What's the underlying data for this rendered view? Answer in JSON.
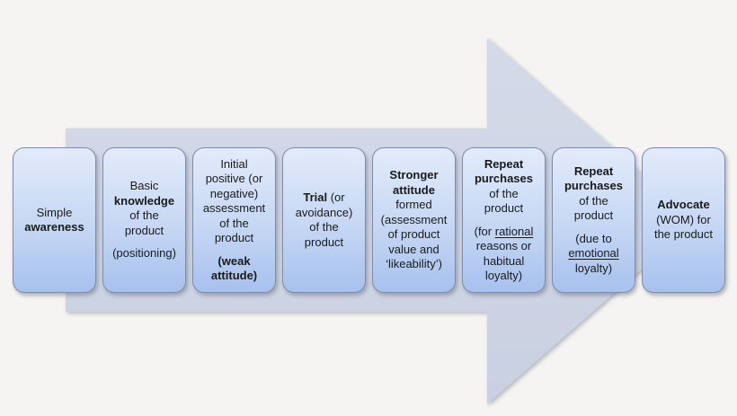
{
  "figure": {
    "kind": "process-arrow-diagram",
    "arrow_direction": "right",
    "stage_count": 8
  },
  "colors": {
    "bg": "#f5f4f2",
    "arrow-fill-1": "#d4dae8",
    "arrow-fill-2": "#c9d0e1",
    "box-top": "#e2ebfb",
    "box-mid": "#c7d8f4",
    "box-bottom": "#a7c1ee",
    "box-border": "#7f8ca6",
    "text": "#1a1a1a"
  },
  "stages": [
    {
      "id": "simple-awareness",
      "paragraphs": [
        [
          [
            {
              "t": "Simple"
            }
          ],
          [
            {
              "t": "awareness",
              "b": true
            }
          ]
        ]
      ]
    },
    {
      "id": "basic-knowledge",
      "paragraphs": [
        [
          [
            {
              "t": "Basic"
            }
          ],
          [
            {
              "t": "knowledge",
              "b": true
            }
          ],
          [
            {
              "t": "of the"
            }
          ],
          [
            {
              "t": "product"
            }
          ]
        ],
        [
          [
            {
              "t": "(positioning)"
            }
          ]
        ]
      ]
    },
    {
      "id": "initial-assessment",
      "paragraphs": [
        [
          [
            {
              "t": "Initial"
            }
          ],
          [
            {
              "t": "positive (or"
            }
          ],
          [
            {
              "t": "negative)"
            }
          ],
          [
            {
              "t": "assessment"
            }
          ],
          [
            {
              "t": "of the"
            }
          ],
          [
            {
              "t": "product"
            }
          ]
        ],
        [
          [
            {
              "t": "(weak",
              "b": true
            }
          ],
          [
            {
              "t": "attitude)",
              "b": true
            }
          ]
        ]
      ]
    },
    {
      "id": "trial",
      "paragraphs": [
        [
          [
            {
              "t": "Trial",
              "b": true
            },
            {
              "t": " (or"
            }
          ],
          [
            {
              "t": "avoidance)"
            }
          ],
          [
            {
              "t": "of the"
            }
          ],
          [
            {
              "t": "product"
            }
          ]
        ]
      ]
    },
    {
      "id": "stronger-attitude",
      "paragraphs": [
        [
          [
            {
              "t": "Stronger",
              "b": true
            }
          ],
          [
            {
              "t": "attitude",
              "b": true
            }
          ],
          [
            {
              "t": "formed"
            }
          ],
          [
            {
              "t": "(assessment"
            }
          ],
          [
            {
              "t": "of product"
            }
          ],
          [
            {
              "t": "value and"
            }
          ],
          [
            {
              "t": "‘likeability’)"
            }
          ]
        ]
      ]
    },
    {
      "id": "repeat-purchases-rational",
      "paragraphs": [
        [
          [
            {
              "t": "Repeat",
              "b": true
            }
          ],
          [
            {
              "t": "purchases",
              "b": true
            }
          ],
          [
            {
              "t": "of the"
            }
          ],
          [
            {
              "t": "product"
            }
          ]
        ],
        [
          [
            {
              "t": "(for "
            },
            {
              "t": "rational",
              "u": true
            }
          ],
          [
            {
              "t": "reasons or"
            }
          ],
          [
            {
              "t": "habitual"
            }
          ],
          [
            {
              "t": "loyalty)"
            }
          ]
        ]
      ]
    },
    {
      "id": "repeat-purchases-emotional",
      "paragraphs": [
        [
          [
            {
              "t": "Repeat",
              "b": true
            }
          ],
          [
            {
              "t": "purchases",
              "b": true
            }
          ],
          [
            {
              "t": "of the"
            }
          ],
          [
            {
              "t": "product"
            }
          ]
        ],
        [
          [
            {
              "t": "(due to"
            }
          ],
          [
            {
              "t": "emotional",
              "u": true
            }
          ],
          [
            {
              "t": "loyalty)"
            }
          ]
        ]
      ]
    },
    {
      "id": "advocate",
      "paragraphs": [
        [
          [
            {
              "t": "Advocate",
              "b": true
            }
          ],
          [
            {
              "t": "(WOM) for"
            }
          ],
          [
            {
              "t": "the product"
            }
          ]
        ]
      ]
    }
  ]
}
